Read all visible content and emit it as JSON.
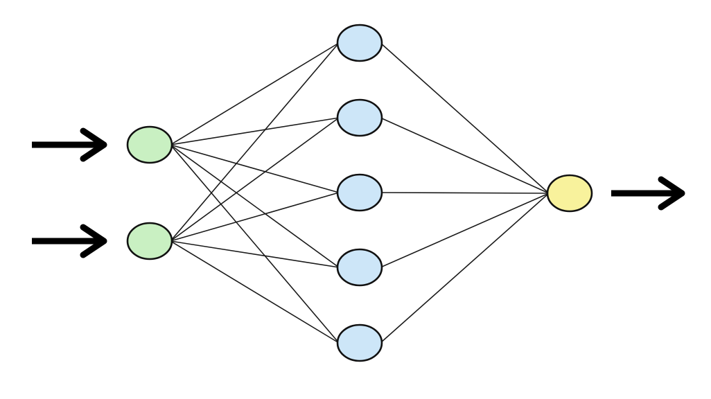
{
  "diagram": {
    "type": "feedforward-neural-network",
    "layers": [
      {
        "role": "input",
        "size": 2,
        "fill": "#c9f0c2"
      },
      {
        "role": "hidden",
        "size": 5,
        "fill": "#cde6f8"
      },
      {
        "role": "output",
        "size": 1,
        "fill": "#f8f29c"
      }
    ],
    "connectivity": "fully-connected",
    "input_arrows": 2,
    "output_arrows": 1,
    "colors": {
      "edge": "#1a1a1a",
      "node_stroke": "#111111",
      "arrow": "#000000",
      "background": "#ffffff"
    }
  }
}
